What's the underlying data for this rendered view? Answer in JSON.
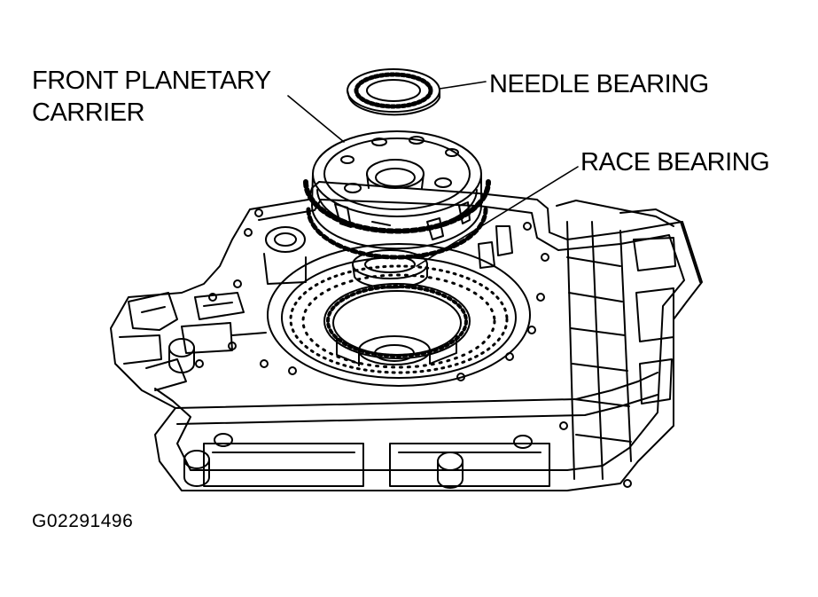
{
  "labels": {
    "front_planetary_carrier_line1": "FRONT PLANETARY",
    "front_planetary_carrier_line2": "CARRIER",
    "needle_bearing": "NEEDLE BEARING",
    "race_bearing": "RACE BEARING"
  },
  "figure_id": "G02291496",
  "colors": {
    "ink": "#000000",
    "paper": "#ffffff"
  }
}
